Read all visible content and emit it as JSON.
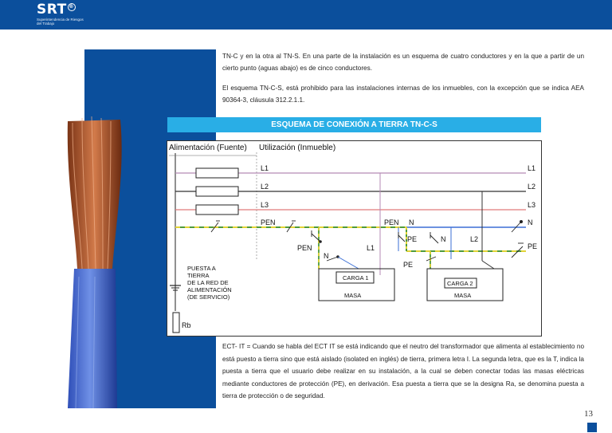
{
  "header": {
    "logo_text": "SRT",
    "logo_mark": "®",
    "logo_subtitle": "Superintendencia de Riesgos del Trabajo",
    "bar_color": "#0b4f9c"
  },
  "paragraphs": {
    "p1": "TN-C y en la otra al TN-S.  En una parte de la instalación es un esquema de cuatro conductores y en la que a partir de un cierto punto (aguas abajo) es de cinco conductores.",
    "p2": "El esquema TN-C-S, está prohibido para las instalaciones internas de los inmuebles, con la excepción que se indica AEA 90364-3, cláusula 312.2.1.1.",
    "p3": "ECT- IT = Cuando se habla del ECT IT se está indicando que el neutro del transformador que alimenta al establecimiento no está puesto a tierra sino que está aislado (isolated en inglés) de tierra, primera letra I. La segunda letra, que es la T, indica la puesta a tierra que el usuario debe realizar en su instalación, a la cual se deben conectar todas las masas eléctricas mediante conductores de protección (PE), en derivación. Esa puesta a tierra que se la designa Ra, se denomina puesta a tierra de protección o de seguridad."
  },
  "banner": {
    "title": "ESQUEMA DE CONEXIÓN A TIERRA TN-C-S",
    "color": "#29aee6"
  },
  "diagram": {
    "heading_supply": "Alimentación (Fuente)",
    "heading_use": "Utilización (Inmueble)",
    "left_labels": {
      "l1": "L1",
      "l2": "L2",
      "l3": "L3",
      "pen": "PEN"
    },
    "right_labels": {
      "l1": "L1",
      "l2": "L2",
      "l3": "L3",
      "n": "N",
      "pe": "PE"
    },
    "mid_labels": {
      "pen_mid": "PEN",
      "pen_n": "PEN",
      "n_top": "N",
      "pen_load1": "PEN",
      "n_load1": "N",
      "l1_load1": "L1",
      "pe_load2_top": "PE",
      "n_load2": "N",
      "l2_load2": "L2",
      "pe_load2": "PE"
    },
    "earth_text": [
      "PUESTA A",
      "TIERRA",
      "DE LA RED DE",
      "ALIMENTACIÓN",
      "(DE SERVICIO)"
    ],
    "rb_label": "Rb",
    "load1": {
      "name": "CARGA 1",
      "mass": "MASA"
    },
    "load2": {
      "name": "CARGA 2",
      "mass": "MASA"
    },
    "colors": {
      "l1": "#b48ab4",
      "l2": "#333333",
      "l3": "#e07a7a",
      "neutral": "#3b6fd6",
      "pe_yellow": "#e2d336",
      "pe_green": "#4f9a3c"
    }
  },
  "footer": {
    "page_number": "13"
  }
}
